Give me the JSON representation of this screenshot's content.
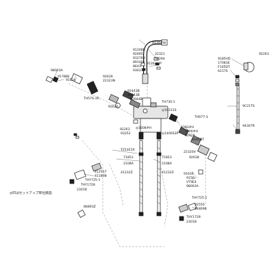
{
  "note": "◎印はセットアップ単位部品",
  "labels": {
    "p_a126": "A126#W",
    "p_91208": "91208E",
    "p_92695": "92695",
    "p_932783": "93278D",
    "p_891": "89100K",
    "p_8643": "8643",
    "p_9126": "9126#HP",
    "p_22321": "22321",
    "p_58294": "58294",
    "p_93631": "93631",
    "p_98003": "98003A",
    "p_917": "917B8E",
    "p_91538": "91538",
    "p_92639": "92639",
    "p_22323": "22323N",
    "p_th576": "TH576-3R",
    "p_92620": "92620",
    "p_92443": "92443B",
    "p_g63": "92643B",
    "p_92644": "92644B",
    "p_th730": "TH730-1",
    "p_10231": "◎10231S",
    "p_92263": "92263",
    "p_928e": "9185VD",
    "p_17083": "17083E",
    "p_f105": "F105DT",
    "p_611": "611TS",
    "p_9c21": "9C21TS",
    "p_943": "94307R",
    "p_th677": "TH677-3",
    "p_9303": "9303#H",
    "p_1300": "1300#H",
    "p_9282": "92820",
    "p_9285": "9285DT",
    "p_93252": "93252",
    "p_16081": "◎1608#H",
    "p_140051": "◎1400S3P",
    "p_t253": "T253E1R",
    "p_71853": "71853",
    "p_2108": "2108A",
    "p_71853b": "71853",
    "p_2108b": "2108A",
    "p_41232": "41232Z",
    "p_41232b": "41232Z",
    "p_22320": "22320V",
    "p_9163": "91639",
    "p_92638": "92638",
    "p_915": "915JU",
    "p_vtse": "VT9E4",
    "p_98003b": "98003A",
    "p_412": "412557",
    "p_41180": "41180B",
    "p_thy1": "THY1728",
    "p_thy": "THY725-1",
    "p_2301": "2301B",
    "p_86": "86893Z",
    "p_thy2": "THY725-1",
    "p_92550": "92550",
    "p_11809": "11809B",
    "p_thy3": "THY1728",
    "p_2301b": "2301B"
  }
}
